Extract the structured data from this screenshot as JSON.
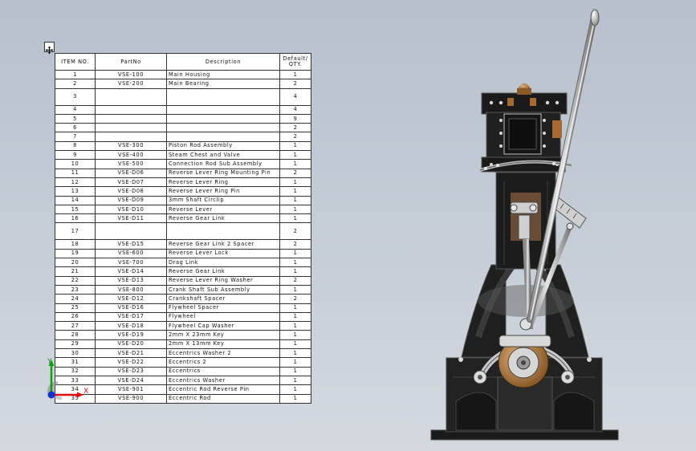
{
  "table": {
    "headers": {
      "item_no": "ITEM NO.",
      "part_no": "PartNo",
      "description": "Description",
      "qty": "Default/\nQTY."
    },
    "rows": [
      {
        "item": "1",
        "part": "VSE-100",
        "desc": "Main Housing",
        "qty": "1"
      },
      {
        "item": "2",
        "part": "VSE-200",
        "desc": "Main Bearing",
        "qty": "2"
      },
      {
        "item": "3",
        "part": "",
        "desc": "",
        "qty": "4",
        "tall": true
      },
      {
        "item": "4",
        "part": "",
        "desc": "",
        "qty": "4"
      },
      {
        "item": "5",
        "part": "",
        "desc": "",
        "qty": "9"
      },
      {
        "item": "6",
        "part": "",
        "desc": "",
        "qty": "2"
      },
      {
        "item": "7",
        "part": "",
        "desc": "",
        "qty": "2"
      },
      {
        "item": "8",
        "part": "VSE-300",
        "desc": "Piston Rod Assembly",
        "qty": "1"
      },
      {
        "item": "9",
        "part": "VSE-400",
        "desc": "Steam Chest and Valve",
        "qty": "1"
      },
      {
        "item": "10",
        "part": "VSE-500",
        "desc": "Connection Rod Sub Assembly",
        "qty": "1"
      },
      {
        "item": "11",
        "part": "VSE-D06",
        "desc": "Reverse Lever Ring Mounting Pin",
        "qty": "2"
      },
      {
        "item": "12",
        "part": "VSE-D07",
        "desc": "Reverse Lever Ring",
        "qty": "1"
      },
      {
        "item": "13",
        "part": "VSE-D08",
        "desc": "Reverse Lever Ring Pin",
        "qty": "1"
      },
      {
        "item": "14",
        "part": "VSE-D09",
        "desc": "3mm Shaft Circlip",
        "qty": "1"
      },
      {
        "item": "15",
        "part": "VSE-D10",
        "desc": "Reverse Lever",
        "qty": "1"
      },
      {
        "item": "16",
        "part": "VSE-D11",
        "desc": "Reverse Gear Link",
        "qty": "1"
      },
      {
        "item": "17",
        "part": "",
        "desc": "",
        "qty": "2",
        "tall": true
      },
      {
        "item": "18",
        "part": "VSE-D15",
        "desc": "Reverse Gear Link 2 Spacer",
        "qty": "2"
      },
      {
        "item": "19",
        "part": "VSE-600",
        "desc": "Reverse Lever Lock",
        "qty": "1"
      },
      {
        "item": "20",
        "part": "VSE-700",
        "desc": "Drag Link",
        "qty": "1"
      },
      {
        "item": "21",
        "part": "VSE-D14",
        "desc": "Reverse Gear Link",
        "qty": "1"
      },
      {
        "item": "22",
        "part": "VSE-D13",
        "desc": "Reverse Lever Ring Washer",
        "qty": "2"
      },
      {
        "item": "23",
        "part": "VSE-800",
        "desc": "Crank Shaft Sub Assembly",
        "qty": "1"
      },
      {
        "item": "24",
        "part": "VSE-D12",
        "desc": "Crankshaft Spacer",
        "qty": "2"
      },
      {
        "item": "25",
        "part": "VSE-D16",
        "desc": "Flywheel Spacer",
        "qty": "1"
      },
      {
        "item": "26",
        "part": "VSE-D17",
        "desc": "Flywheel",
        "qty": "1"
      },
      {
        "item": "27",
        "part": "VSE-D18",
        "desc": "Flywheel Cap Washer",
        "qty": "1"
      },
      {
        "item": "28",
        "part": "VSE-D19",
        "desc": "2mm X 23mm Key",
        "qty": "1"
      },
      {
        "item": "29",
        "part": "VSE-D20",
        "desc": "2mm X 13mm Key",
        "qty": "1"
      },
      {
        "item": "30",
        "part": "VSE-D21",
        "desc": "Eccentrics Washer 2",
        "qty": "1"
      },
      {
        "item": "31",
        "part": "VSE-D22",
        "desc": "Eccentrics 2",
        "qty": "1"
      },
      {
        "item": "32",
        "part": "VSE-D23",
        "desc": "Eccentrics",
        "qty": "1"
      },
      {
        "item": "33",
        "part": "VSE-D24",
        "desc": "Eccentrics Washer",
        "qty": "1"
      },
      {
        "item": "34",
        "part": "VSE-901",
        "desc": "Eccentric Rod Reverse Pin",
        "qty": "1"
      },
      {
        "item": "35",
        "part": "VSE-900",
        "desc": "Eccentric Rod",
        "qty": "1"
      }
    ]
  },
  "triad": {
    "x_label": "X",
    "y_label": "Y",
    "x_color": "#e01010",
    "y_color": "#10a010",
    "z_color": "#1030d0"
  },
  "icons": {
    "move_handle": "move-cross-icon",
    "triad": "axis-triad-icon"
  },
  "colors": {
    "background_top": "#b7c0cc",
    "background_bottom": "#d3d9df",
    "engine_body": "#1e1e1e",
    "brass": "#b8864a",
    "steel": "#c8c8c8"
  }
}
